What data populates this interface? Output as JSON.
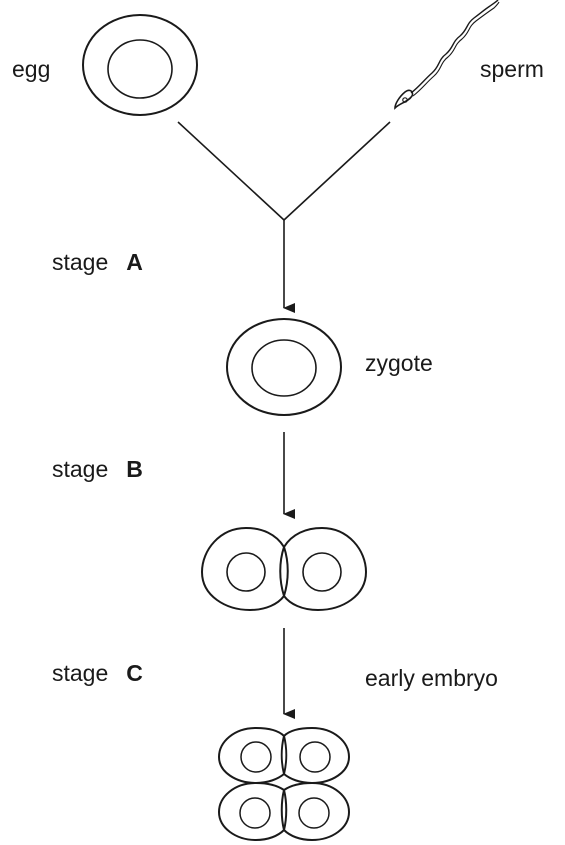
{
  "labels": {
    "egg": "egg",
    "sperm": "sperm",
    "zygote": "zygote",
    "early_embryo": "early embryo"
  },
  "stages": [
    {
      "word": "stage",
      "letter": "A"
    },
    {
      "word": "stage",
      "letter": "B"
    },
    {
      "word": "stage",
      "letter": "C"
    }
  ],
  "colors": {
    "stroke": "#1a1a1a",
    "background": "#ffffff"
  }
}
